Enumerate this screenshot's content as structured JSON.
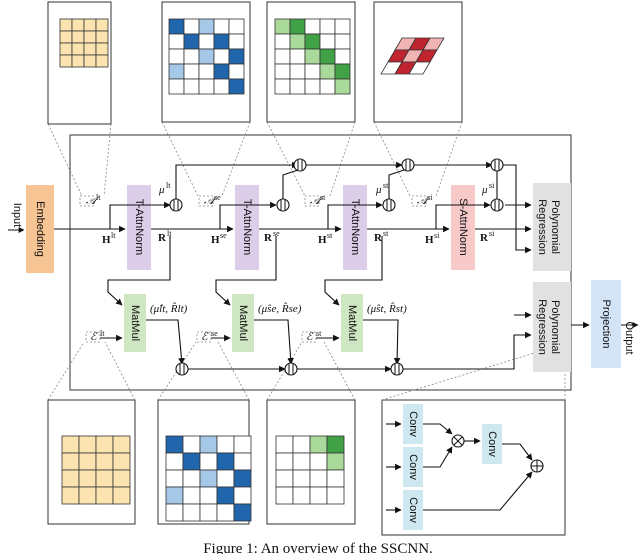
{
  "caption": "Figure 1: An overview of the SSCNN.",
  "io": {
    "input": "Input",
    "output": "Output"
  },
  "blocks": {
    "embedding": "Embedding",
    "t_attnnorm_lt": "T-AttnNorm",
    "t_attnnorm_se": "T-AttnNorm",
    "t_attnnorm_st": "T-AttnNorm",
    "s_attnnorm_si": "S-AttnNorm",
    "poly_reg_top": [
      "Polynomial",
      "Regression"
    ],
    "poly_reg_bottom": [
      "Polynomial",
      "Regression"
    ],
    "projection": "Projection",
    "matmul_1": "MatMul",
    "matmul_2": "MatMul",
    "matmul_3": "MatMul",
    "conv": [
      "Conv",
      "Conv",
      "Conv",
      "Conv"
    ]
  },
  "symbols": {
    "A_lt": "𝒜",
    "A_se": "𝒜",
    "A_st": "𝒜",
    "A_si": "𝒜",
    "E_lt": "ℰ",
    "E_se": "ℰ",
    "E_st": "ℰ",
    "sup_lt": "lt",
    "sup_se": "se",
    "sup_st": "st",
    "sup_si": "si",
    "H": "H",
    "R": "R",
    "mu": "μ",
    "pair_lt": "(μ̂lt, R̂lt)",
    "pair_se": "(μ̂se, R̂se)",
    "pair_st": "(μ̂st, R̂st)"
  },
  "colors": {
    "embedding": "#f7c494",
    "t_attnnorm": "#dccde9",
    "s_attnnorm": "#f7c9c9",
    "matmul": "#cfe6c3",
    "regression": "#e1e1e1",
    "projection": "#d4e4f7",
    "conv": "#cde8f0",
    "grid_yellow": "#fbe4b0",
    "blue_dark": "#2166ac",
    "blue_light": "#a6c8e8",
    "green_dark": "#41a146",
    "green_light": "#a9d99b",
    "red_dark": "#c0242f",
    "red_light": "#f2b3b3"
  }
}
